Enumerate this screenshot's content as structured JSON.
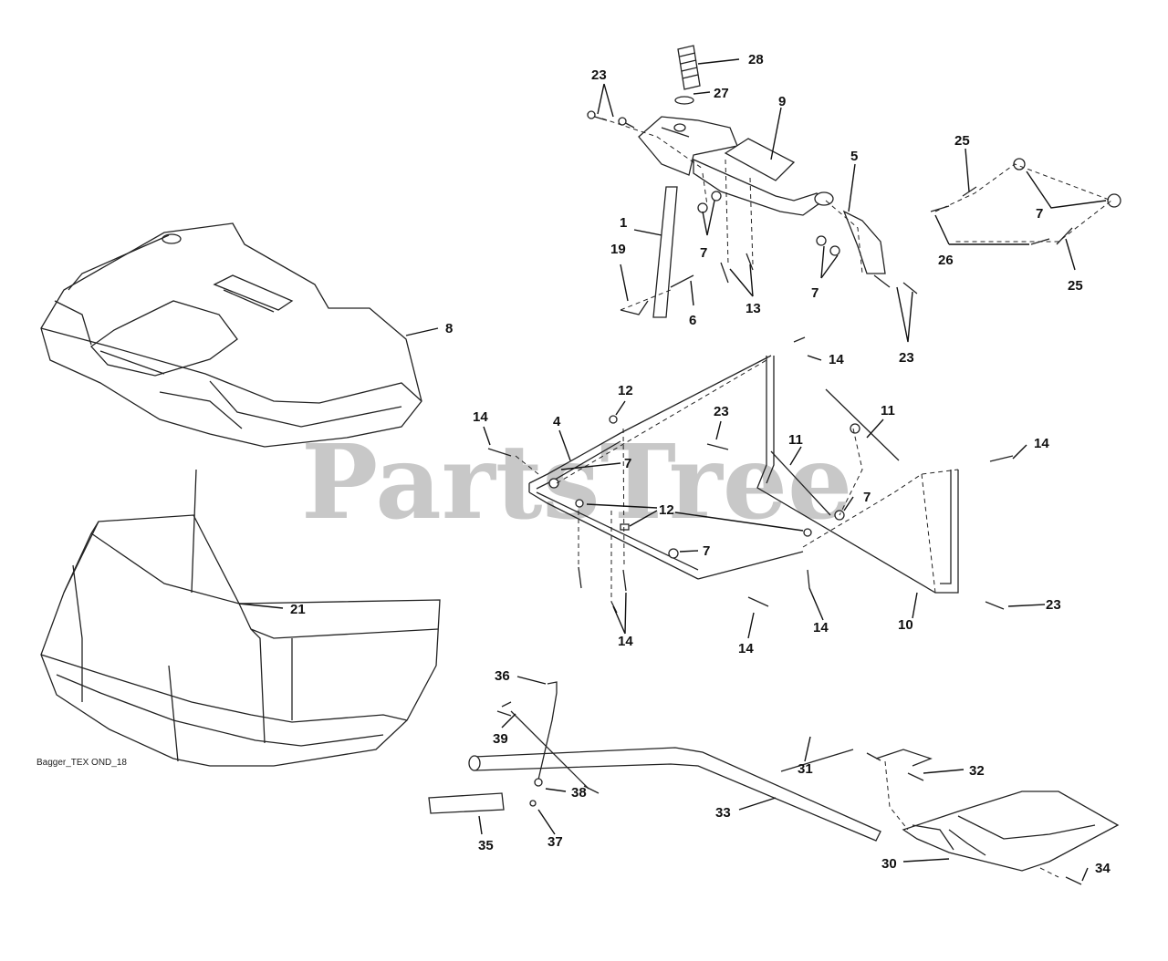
{
  "watermark": "PartsTree",
  "diagram_code": "Bagger_TEX OND_18",
  "callouts": [
    {
      "id": "c28",
      "label": "28"
    },
    {
      "id": "c23a",
      "label": "23"
    },
    {
      "id": "c27",
      "label": "27"
    },
    {
      "id": "c9",
      "label": "9"
    },
    {
      "id": "c25a",
      "label": "25"
    },
    {
      "id": "c5",
      "label": "5"
    },
    {
      "id": "c7a",
      "label": "7"
    },
    {
      "id": "c1",
      "label": "1"
    },
    {
      "id": "c19",
      "label": "19"
    },
    {
      "id": "c7b",
      "label": "7"
    },
    {
      "id": "c26",
      "label": "26"
    },
    {
      "id": "c25b",
      "label": "25"
    },
    {
      "id": "c6",
      "label": "6"
    },
    {
      "id": "c13",
      "label": "13"
    },
    {
      "id": "c7c",
      "label": "7"
    },
    {
      "id": "c23b",
      "label": "23"
    },
    {
      "id": "c8",
      "label": "8"
    },
    {
      "id": "c14a",
      "label": "14"
    },
    {
      "id": "c12a",
      "label": "12"
    },
    {
      "id": "c14b",
      "label": "14"
    },
    {
      "id": "c4",
      "label": "4"
    },
    {
      "id": "c23c",
      "label": "23"
    },
    {
      "id": "c11a",
      "label": "11"
    },
    {
      "id": "c11b",
      "label": "11"
    },
    {
      "id": "c14c",
      "label": "14"
    },
    {
      "id": "c7d",
      "label": "7"
    },
    {
      "id": "c7e",
      "label": "7"
    },
    {
      "id": "c12b",
      "label": "12"
    },
    {
      "id": "c7f",
      "label": "7"
    },
    {
      "id": "c23d",
      "label": "23"
    },
    {
      "id": "c21",
      "label": "21"
    },
    {
      "id": "c10",
      "label": "10"
    },
    {
      "id": "c14d",
      "label": "14"
    },
    {
      "id": "c14e",
      "label": "14"
    },
    {
      "id": "c14f",
      "label": "14"
    },
    {
      "id": "c36",
      "label": "36"
    },
    {
      "id": "c39",
      "label": "39"
    },
    {
      "id": "c31",
      "label": "31"
    },
    {
      "id": "c32",
      "label": "32"
    },
    {
      "id": "c38",
      "label": "38"
    },
    {
      "id": "c33",
      "label": "33"
    },
    {
      "id": "c35",
      "label": "35"
    },
    {
      "id": "c37",
      "label": "37"
    },
    {
      "id": "c30",
      "label": "30"
    },
    {
      "id": "c34",
      "label": "34"
    }
  ]
}
